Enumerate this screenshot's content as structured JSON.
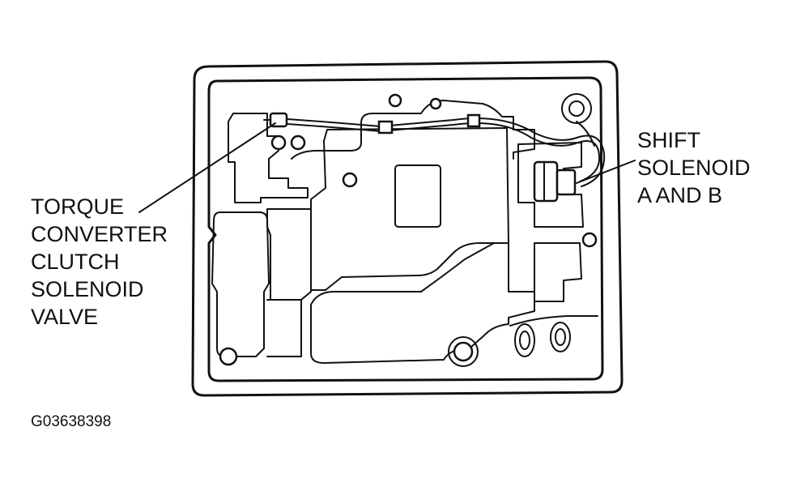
{
  "diagram": {
    "labels": {
      "torque_converter": [
        "TORQUE",
        "CONVERTER",
        "CLUTCH",
        "SOLENOID",
        "VALVE"
      ],
      "shift_solenoid": [
        "SHIFT",
        "SOLENOID",
        "A AND B"
      ]
    },
    "figure_id": "G03638398"
  }
}
